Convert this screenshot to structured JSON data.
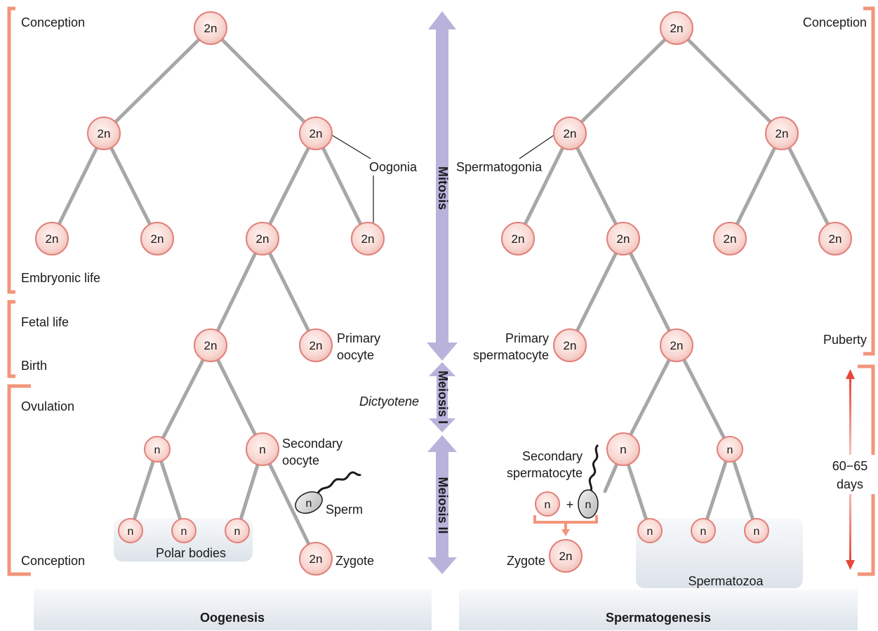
{
  "stages_left": {
    "conception_top": "Conception",
    "embryonic_life": "Embryonic life",
    "fetal_life": "Fetal life",
    "birth": "Birth",
    "ovulation": "Ovulation",
    "conception_bottom": "Conception"
  },
  "stages_right": {
    "conception": "Conception",
    "puberty": "Puberty",
    "duration_value": "60−65",
    "duration_unit": "days"
  },
  "phases": {
    "mitosis": "Mitosis",
    "meiosis_1": "Meiosis I",
    "meiosis_2": "Meiosis II",
    "dictyotene": "Dictyotene"
  },
  "oogenesis": {
    "title": "Oogenesis",
    "oogonia": "Oogonia",
    "primary_oocyte_1": "Primary",
    "primary_oocyte_2": "oocyte",
    "secondary_oocyte_1": "Secondary",
    "secondary_oocyte_2": "oocyte",
    "sperm": "Sperm",
    "polar_bodies": "Polar bodies",
    "zygote": "Zygote"
  },
  "spermatogenesis": {
    "title": "Spermatogenesis",
    "spermatogonia": "Spermatogonia",
    "primary_spermatocyte_1": "Primary",
    "primary_spermatocyte_2": "spermatocyte",
    "secondary_spermatocyte_1": "Secondary",
    "secondary_spermatocyte_2": "spermatocyte",
    "plus": "+",
    "zygote": "Zygote",
    "spermatozoa": "Spermatozoa"
  },
  "ploidy": {
    "diploid": "2n",
    "haploid": "n"
  },
  "colors": {
    "cell_fill": "#f8d7d2",
    "cell_stroke": "#e2807a",
    "branch": "#a7a7a7",
    "bracket": "#f2957a",
    "phase_arrow": "#b9b3dc",
    "duration_arrow": "#e8453a",
    "panel": "#e6eaef"
  }
}
